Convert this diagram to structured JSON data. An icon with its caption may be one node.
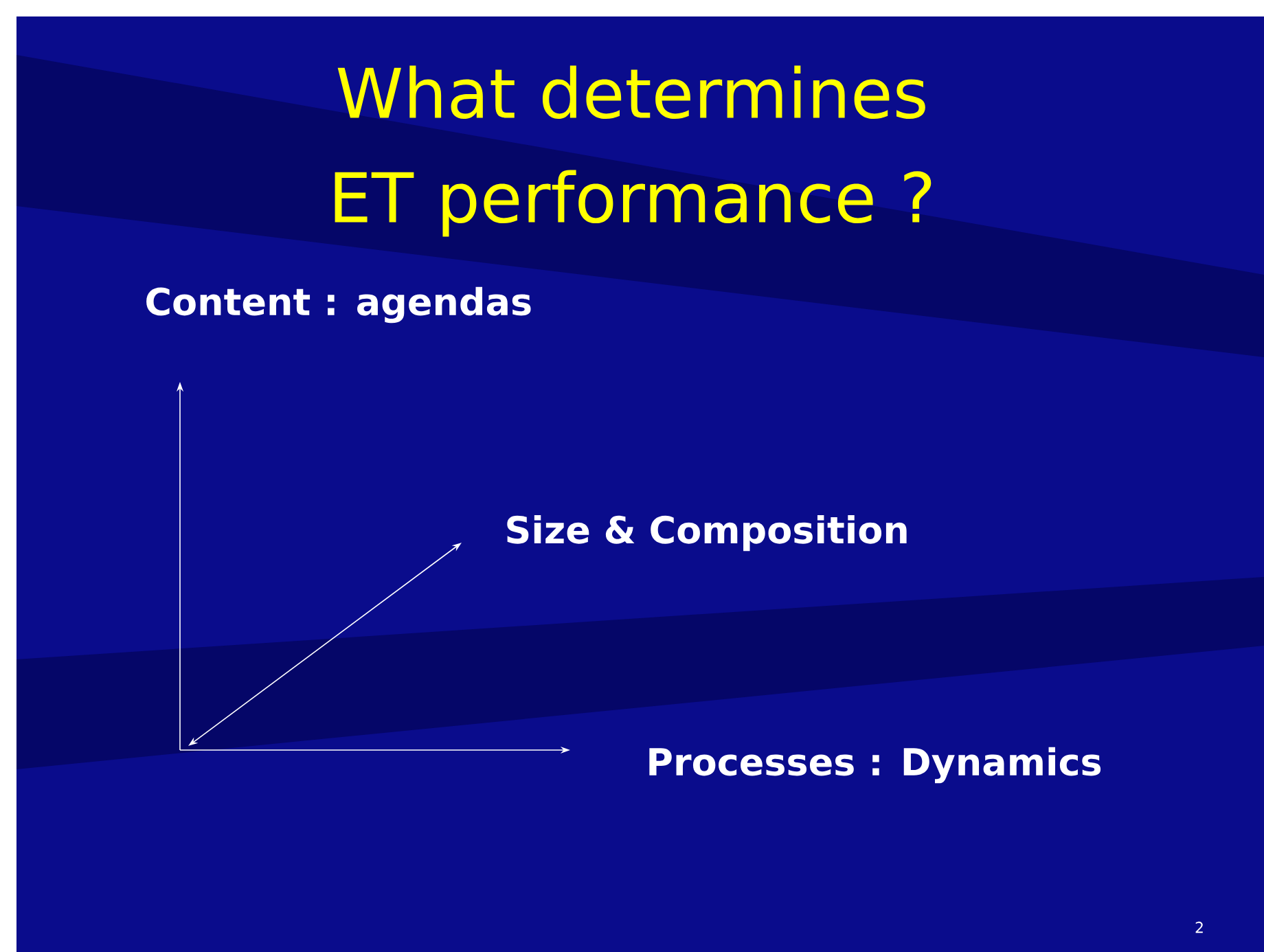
{
  "diagram": {
    "title": "What  determines ET performance ?",
    "nodes": [
      {
        "text": [
          "Content : agendas"
        ]
      },
      {
        "text": [
          "Size & Composition"
        ]
      },
      {
        "text": [
          "Processes : Dynamics"
        ]
      }
    ],
    "edges": [
      {
        "from": null,
        "to": 0,
        "arrow": "to"
      },
      {
        "from": null,
        "to": 1,
        "arrow": "both"
      },
      {
        "from": null,
        "to": 2,
        "arrow": "to"
      }
    ],
    "labels": [
      "2"
    ]
  }
}
